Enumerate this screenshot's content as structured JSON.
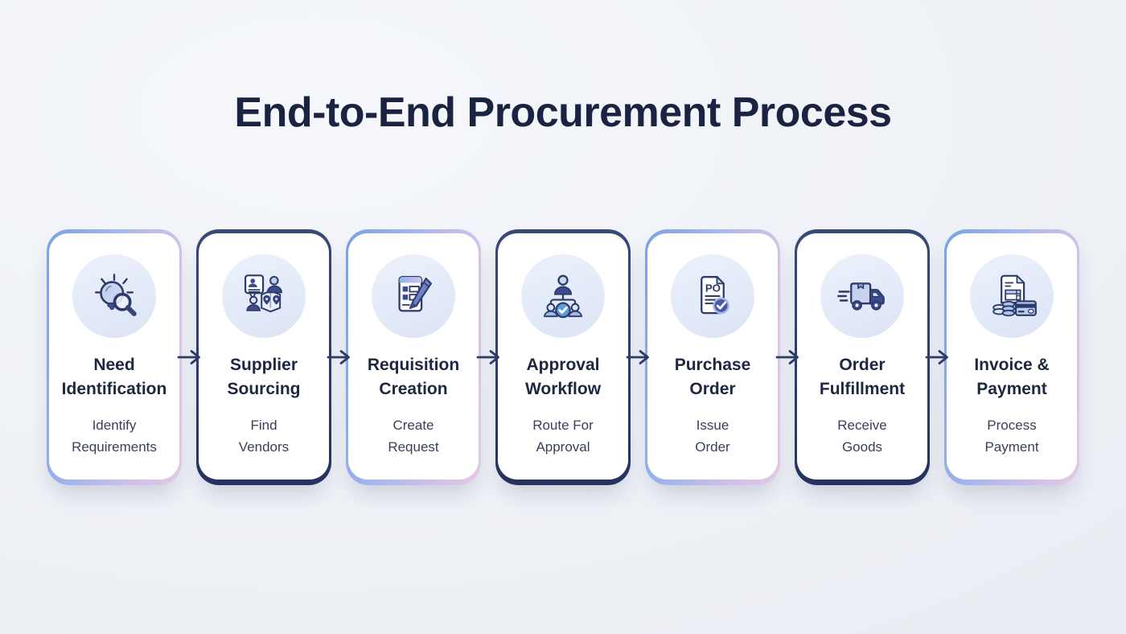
{
  "page": {
    "title": "End-to-End Procurement Process"
  },
  "flow": {
    "arrow_icon": "right-arrow-icon",
    "arrow_color": "#2b3a68"
  },
  "colors": {
    "background": "#edf0f5",
    "card_background": "#ffffff",
    "dark_border": "#2c3862",
    "gradient_border_start": "#78a3e0",
    "gradient_border_end": "#e3c9e4",
    "icon_circle_background": "#e1e9f8",
    "page_title_text": "#1a2342",
    "step_title_text": "#1e2742",
    "step_subtitle_text": "#39415a",
    "check_badge_blue": "#58a0dc",
    "check_badge_indigo": "#4d59a8"
  },
  "steps": [
    {
      "title": "Need Identification",
      "title_line1": "Need",
      "title_line2": "Identification",
      "subtitle": "Identify Requirements",
      "subtitle_line1": "Identify",
      "subtitle_line2": "Requirements",
      "icon": "lightbulb-search-icon",
      "border_style": "gradient"
    },
    {
      "title": "Supplier Sourcing",
      "title_line1": "Supplier",
      "title_line2": "Sourcing",
      "subtitle": "Find Vendors",
      "subtitle_line1": "Find",
      "subtitle_line2": "Vendors",
      "icon": "people-map-pins-icon",
      "border_style": "dark"
    },
    {
      "title": "Requisition Creation",
      "title_line1": "Requisition",
      "title_line2": "Creation",
      "subtitle": "Create Request",
      "subtitle_line1": "Create",
      "subtitle_line2": "Request",
      "icon": "document-pen-icon",
      "border_style": "gradient"
    },
    {
      "title": "Approval Workflow",
      "title_line1": "Approval",
      "title_line2": "Workflow",
      "subtitle": "Route For Approval",
      "subtitle_line1": "Route For",
      "subtitle_line2": "Approval",
      "icon": "org-chart-check-icon",
      "border_style": "dark"
    },
    {
      "title": "Purchase Order",
      "title_line1": "Purchase",
      "title_line2": "Order",
      "subtitle": "Issue Order",
      "subtitle_line1": "Issue",
      "subtitle_line2": "Order",
      "icon": "po-document-check-icon",
      "icon_label": "PO",
      "border_style": "gradient"
    },
    {
      "title": "Order Fulfillment",
      "title_line1": "Order",
      "title_line2": "Fulfillment",
      "subtitle": "Receive Goods",
      "subtitle_line1": "Receive",
      "subtitle_line2": "Goods",
      "icon": "delivery-truck-icon",
      "border_style": "dark"
    },
    {
      "title": "Invoice & Payment",
      "title_line1": "Invoice &",
      "title_line2": "Payment",
      "subtitle": "Process Payment",
      "subtitle_line1": "Process",
      "subtitle_line2": "Payment",
      "icon": "invoice-coins-card-icon",
      "border_style": "gradient"
    }
  ]
}
